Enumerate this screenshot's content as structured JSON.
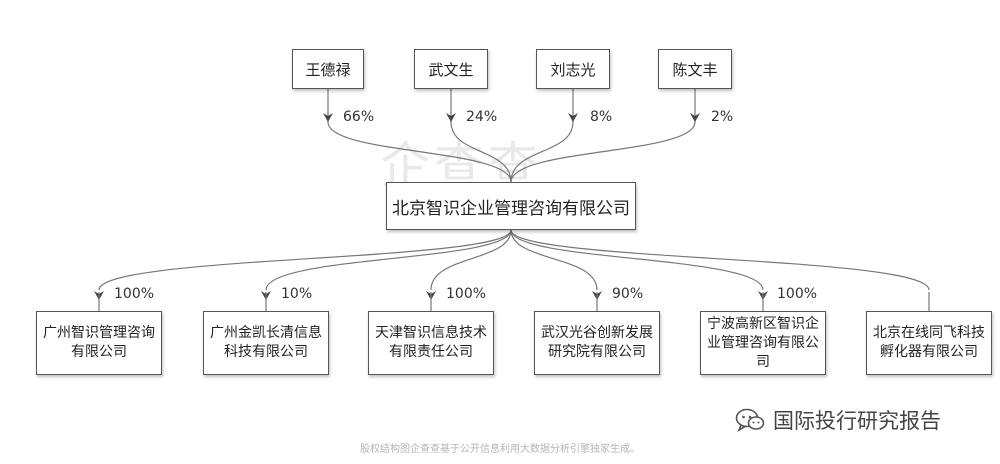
{
  "watermark": "企查查",
  "shareholders": [
    {
      "name": "王德禄",
      "pct": "66%"
    },
    {
      "name": "武文生",
      "pct": "24%"
    },
    {
      "name": "刘志光",
      "pct": "8%"
    },
    {
      "name": "陈文丰",
      "pct": "2%"
    }
  ],
  "company": "北京智识企业管理咨询有限公司",
  "subsidiaries": [
    {
      "name": "广州智识管理咨询有限公司",
      "pct": "100%"
    },
    {
      "name": "广州金凯长清信息科技有限公司",
      "pct": "10%"
    },
    {
      "name": "天津智识信息技术有限责任公司",
      "pct": "100%"
    },
    {
      "name": "武汉光谷创新发展研究院有限公司",
      "pct": "90%"
    },
    {
      "name": "宁波高新区智识企业管理咨询有限公司",
      "pct": "100%"
    },
    {
      "name": "北京在线同飞科技孵化器有限公司",
      "pct": ""
    }
  ],
  "brand": "国际投行研究报告",
  "footer": "股权结构图企查查基于公开信息利用大数据分析引擎独家生成。",
  "colors": {
    "line": "#777777",
    "border": "#555555"
  }
}
